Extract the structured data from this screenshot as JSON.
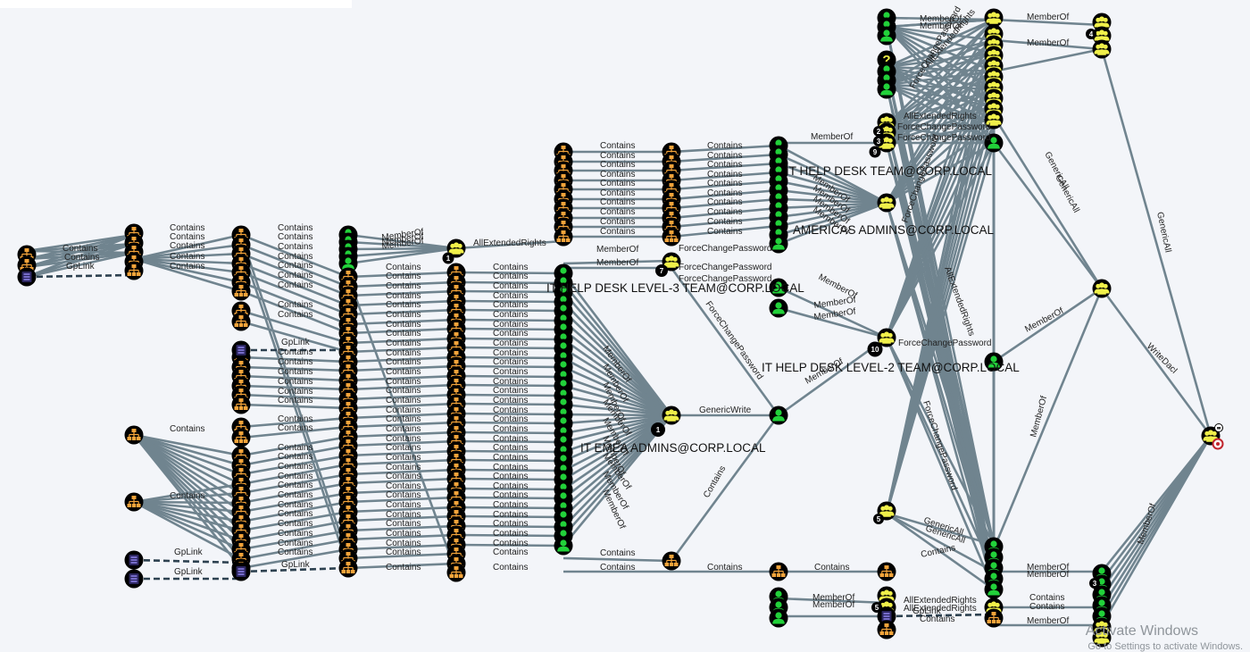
{
  "edge_labels": {
    "contains": "Contains",
    "gplink": "GpLink",
    "member_of": "MemberOf",
    "all_extended_rights": "AllExtendedRights",
    "force_change_password": "ForceChangePassword",
    "generic_write": "GenericWrite",
    "generic_all": "GenericAll",
    "write_dacl": "WriteDacl"
  },
  "groups": {
    "it_help_desk_team": "IT HELP DESK TEAM@CORP.LOCAL",
    "americas_admins": "AMERICAS ADMINS@CORP.LOCAL",
    "it_help_desk_level3": "IT HELP DESK LEVEL-3 TEAM@CORP.LOCAL",
    "it_help_desk_level2": "IT HELP DESK LEVEL-2 TEAM@CORP.LOCAL",
    "it_emea_admins": "IT EMEA ADMINS@CORP.LOCAL"
  },
  "badges": [
    "1",
    "1",
    "7",
    "10",
    "2",
    "3",
    "9",
    "5",
    "4",
    "3",
    "5"
  ],
  "node_type_icons": [
    "ou-icon",
    "gpo-icon",
    "user-icon",
    "group-icon",
    "unknown-icon",
    "domain-icon"
  ],
  "colors": {
    "ou": "#f2a33a",
    "user": "#22d13a",
    "group": "#f0f04a",
    "gpo": "#7b6fd6",
    "edge": "#70848f"
  },
  "watermark": {
    "title": "Activate Windows",
    "subtitle": "Go to Settings to activate Windows."
  }
}
